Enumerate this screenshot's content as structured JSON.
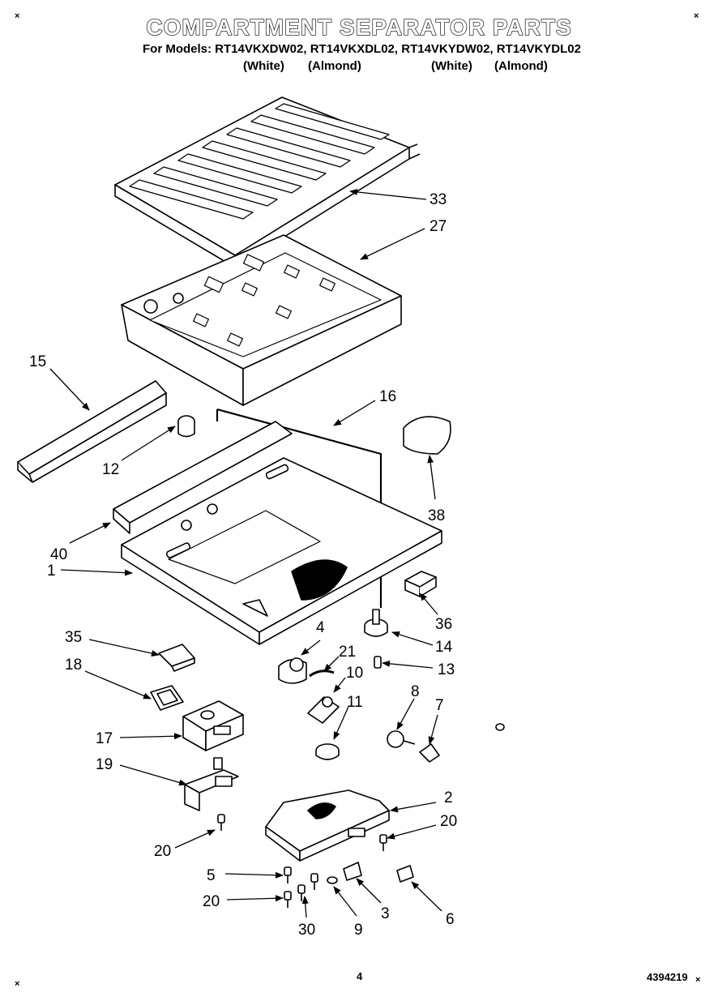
{
  "header": {
    "title": "COMPARTMENT SEPARATOR PARTS",
    "models_line": "For Models: RT14VKXDW02, RT14VKXDL02, RT14VKYDW02, RT14VKYDL02",
    "variants": [
      "(White)",
      "(Almond)",
      "(White)",
      "(Almond)"
    ]
  },
  "callouts": [
    "33",
    "27",
    "15",
    "16",
    "12",
    "38",
    "40",
    "1",
    "36",
    "4",
    "14",
    "35",
    "21",
    "13",
    "18",
    "10",
    "8",
    "7",
    "11",
    "17",
    "19",
    "2",
    "20",
    "20",
    "5",
    "20",
    "3",
    "6",
    "30",
    "9"
  ],
  "footer": {
    "page_number": "4",
    "doc_number": "4394219",
    "corner_mark": "×"
  },
  "colors": {
    "ink": "#000000",
    "paper": "#ffffff",
    "fill": "#ffffff",
    "shade": "#d9d9d9"
  }
}
